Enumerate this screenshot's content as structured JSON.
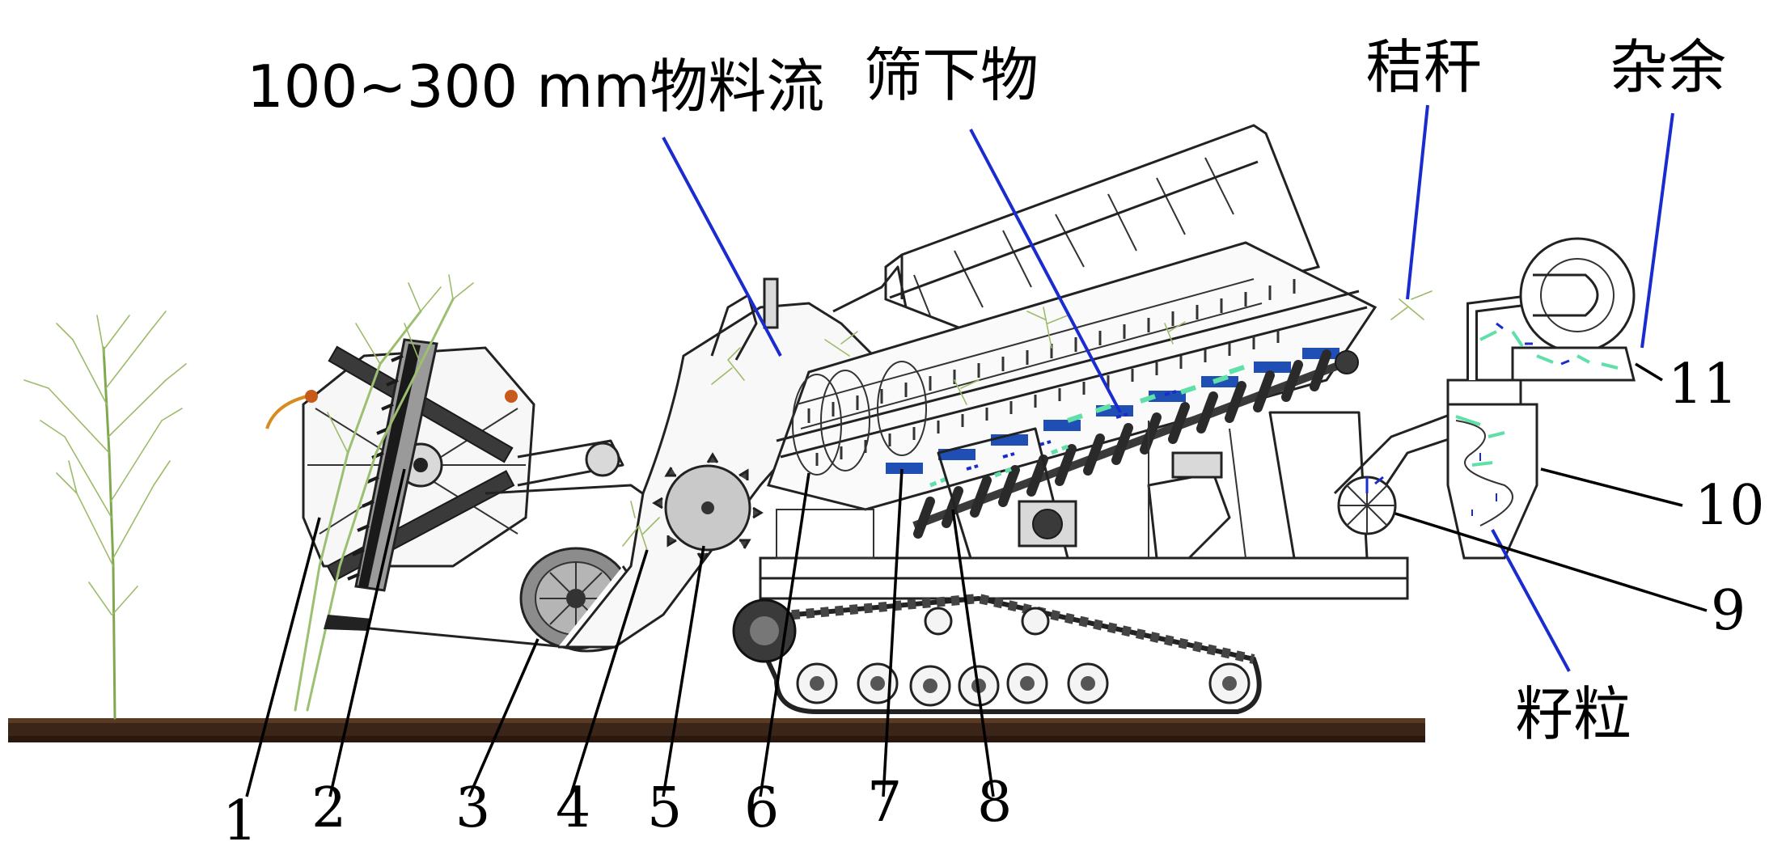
{
  "flow_labels": {
    "material_flow": "100~300 mm物料流",
    "undersize": "筛下物",
    "straw": "秸秆",
    "impurities": "杂余",
    "seeds": "籽粒"
  },
  "part_numbers": [
    "1",
    "2",
    "3",
    "4",
    "5",
    "6",
    "7",
    "8",
    "9",
    "10",
    "11"
  ],
  "colors": {
    "blue_leader": "#1a2ccf",
    "black_leader": "#000000",
    "soil": "#3b2418",
    "screen_slot": "#1f4fb5",
    "flow_green": "#5fe0a8",
    "plant_green": "#7fa84f"
  },
  "icons": [
    "plant-icon",
    "reel-icon",
    "cutter-icon",
    "crawler-track-icon",
    "fan-icon",
    "cyclone-separator-icon"
  ]
}
